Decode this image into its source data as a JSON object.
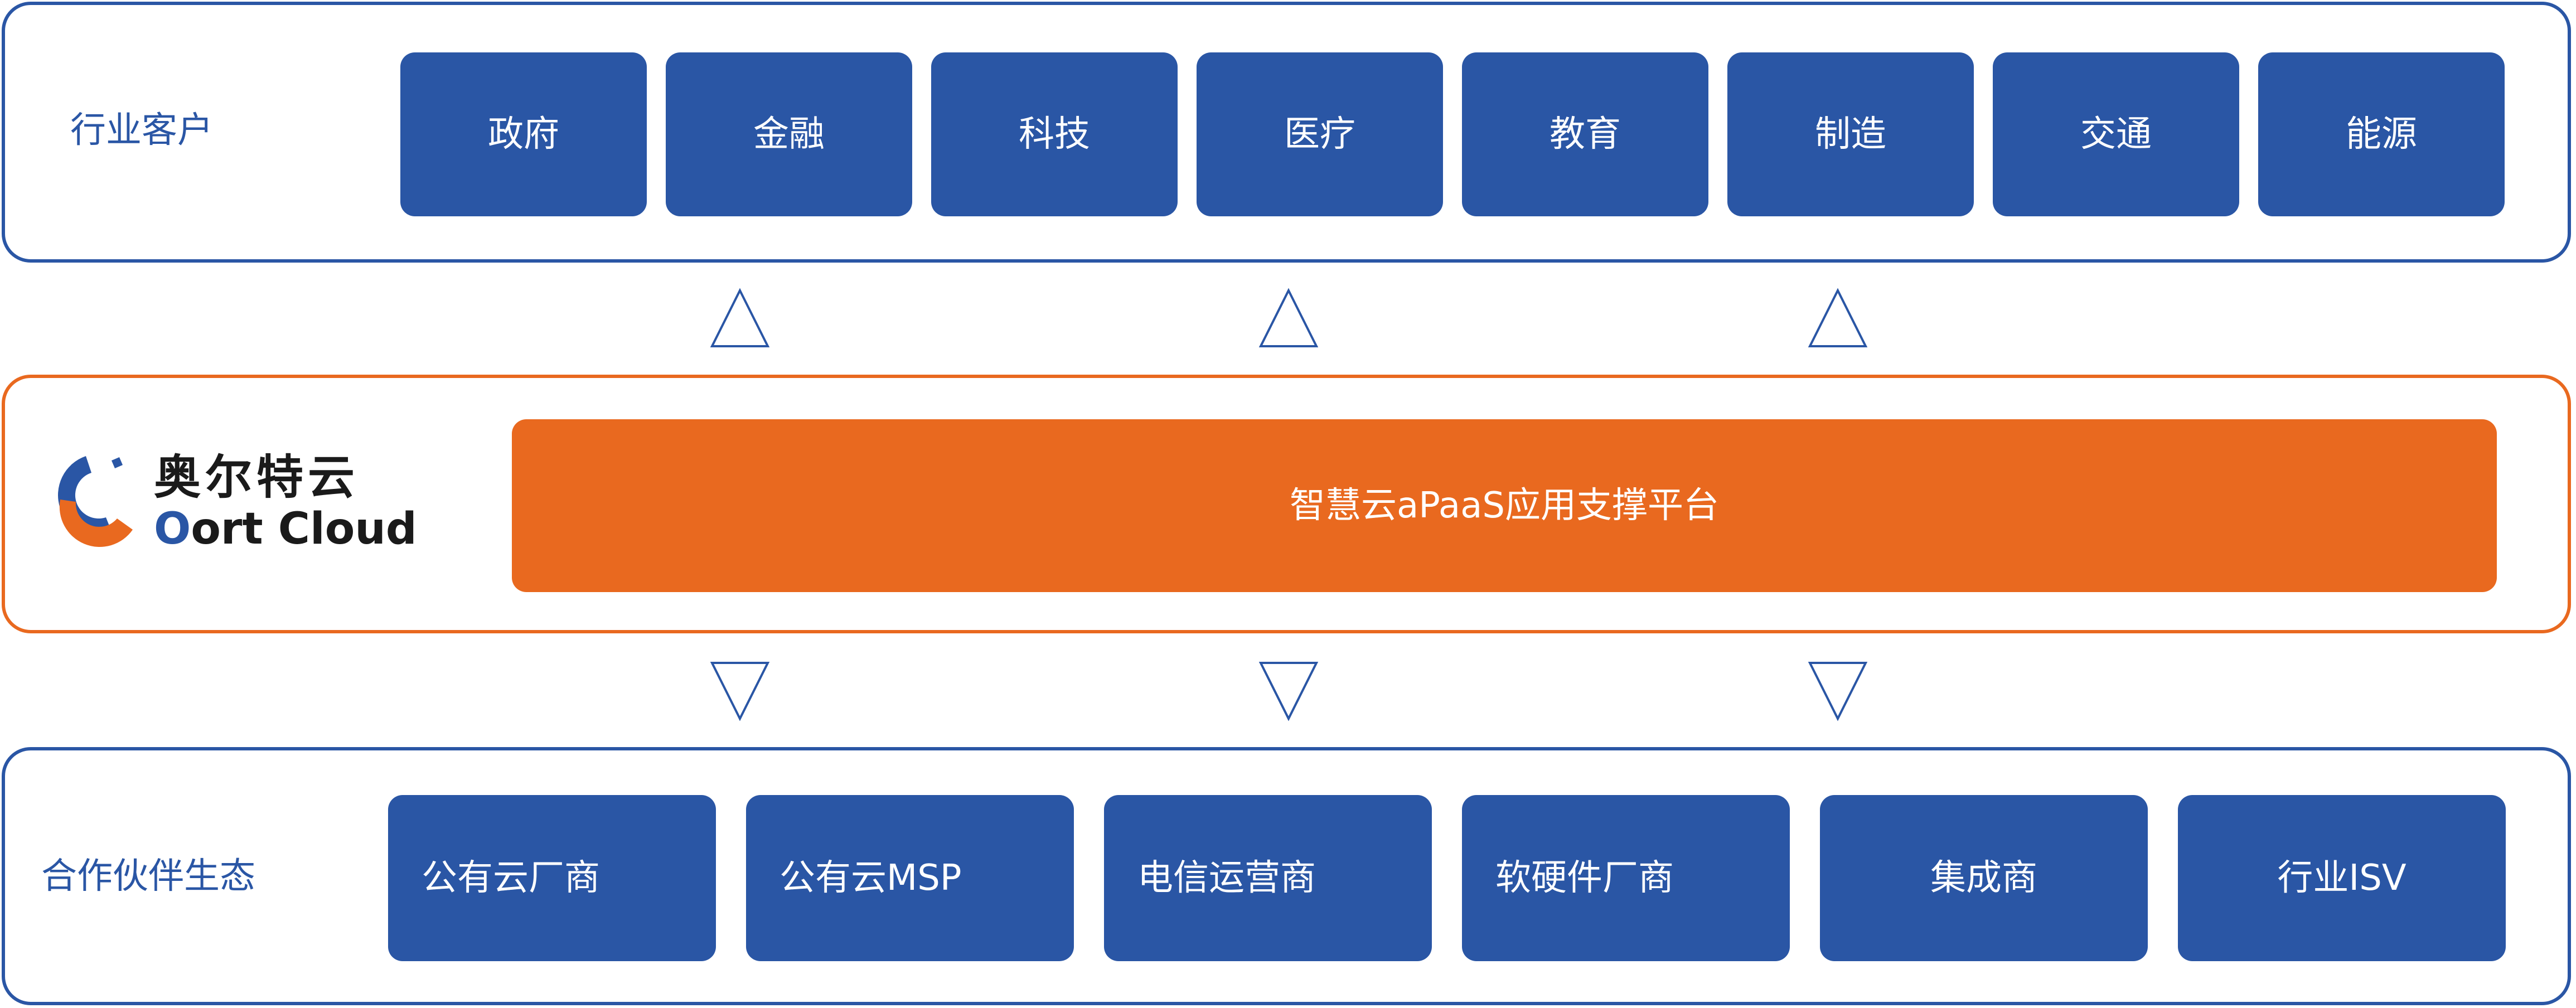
{
  "colors": {
    "primary_blue": "#2a56a5",
    "accent_orange": "#e9691f",
    "text_dark": "#1a1a1a"
  },
  "customers": {
    "label": "行业客户",
    "items": [
      "政府",
      "金融",
      "科技",
      "医疗",
      "教育",
      "制造",
      "交通",
      "能源"
    ]
  },
  "platform": {
    "brand_cn": "奥尔特云",
    "brand_en_o": "O",
    "brand_en_rest": "ort Cloud",
    "title": "智慧云aPaaS应用支撑平台"
  },
  "partners": {
    "label": "合作伙伴生态",
    "items": [
      "公有云厂商",
      "公有云MSP",
      "电信运营商",
      "软硬件厂商",
      "集成商",
      "行业ISV"
    ]
  },
  "icons": {
    "up_arrow": "triangle-up-outline",
    "down_arrow": "triangle-down-outline",
    "logo": "oort-cloud-logo-mark"
  }
}
